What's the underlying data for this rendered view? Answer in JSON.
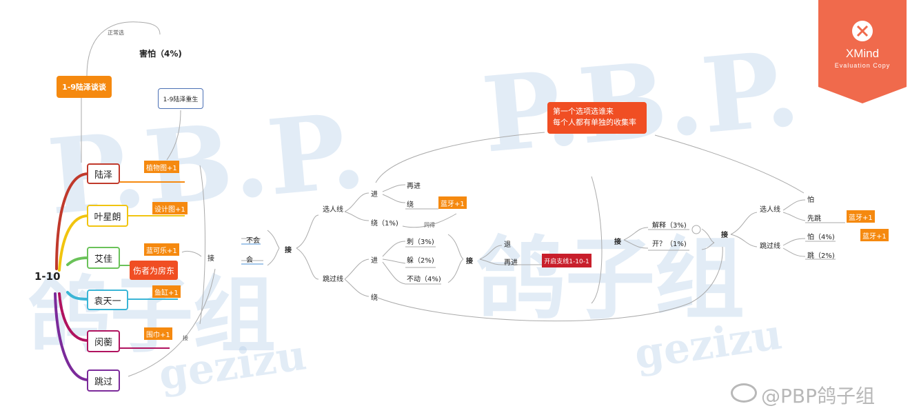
{
  "root": {
    "label": "1-10"
  },
  "top": {
    "chat_box": "1-9陆泽谈谈",
    "normal_select": "正常选",
    "afraid": "害怕（4%)",
    "rebirth_box": "1-9陆泽重生"
  },
  "characters": [
    {
      "name": "陆泽",
      "color": "#c0392b",
      "tag": "植物图+1"
    },
    {
      "name": "叶星朗",
      "color": "#f1c40f",
      "tag": "设计图+1"
    },
    {
      "name": "艾佳",
      "color": "#6ac259",
      "tag": "蓝可乐+1"
    },
    {
      "name": "袁天一",
      "color": "#3ab5d6",
      "tag": "鱼缸+1"
    },
    {
      "name": "闵蘅",
      "color": "#b0125e",
      "tag": "围巾+1"
    },
    {
      "name": "跳过",
      "color": "#7b2a9a",
      "tag": ""
    }
  ],
  "ending_box": "伤者为房东",
  "mid": {
    "catch1": "接",
    "catch_small": "接",
    "catch_bottom": "接",
    "no": "不会",
    "yes": "会",
    "catch2": "接",
    "select_line": "选人线",
    "skip_line": "跳过线",
    "enter": "进",
    "again_enter": "再进",
    "detour": "绕",
    "detour_pct": "绕（1%)",
    "same": "同得",
    "bluetooth_tag": "蓝牙+1",
    "enter2": "进",
    "stab": "刺（3%)",
    "dodge": "躲（2%)",
    "stay": "不动（4%)",
    "detour2": "绕",
    "catch3": "接",
    "retreat": "退",
    "again2": "再进",
    "unlock": "开启支线1-10-1"
  },
  "note": {
    "line1": "第一个选项选谁来",
    "line2": "每个人都有单独的收集率"
  },
  "right": {
    "catch4": "接",
    "explain": "解释（3%)",
    "open": "开？（1%)",
    "catch5": "接",
    "select_line": "选人线",
    "skip_line": "跳过线",
    "fear": "怕",
    "jump_first": "先跳",
    "fear_pct": "怕（4%)",
    "jump_pct": "跳（2%)",
    "bt_tag1": "蓝牙+1",
    "bt_tag2": "蓝牙+1"
  },
  "watermark": {
    "pbp1": "P.B.P.",
    "pbp2": "P.B.P.",
    "gezizu1": "gezizu",
    "gezizu2": "gezizu",
    "cn1": "鸽子组",
    "cn2": "鸽子组",
    "weibo": "@PBP鸽子组"
  },
  "xmind": {
    "brand": "XMind",
    "sub": "Evaluation Copy"
  }
}
